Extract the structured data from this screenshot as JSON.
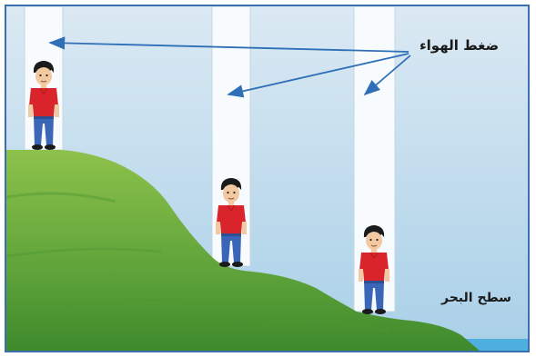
{
  "labels": {
    "air_pressure": "ضغط الهواء",
    "sea_level": "سطح البحر"
  },
  "scene": {
    "people_count": 3,
    "columns": [
      {
        "id": "high",
        "position": "hill top"
      },
      {
        "id": "middle",
        "position": "mid slope"
      },
      {
        "id": "low",
        "position": "near sea level"
      }
    ],
    "colors": {
      "sky_top": "#cfe2ef",
      "sky_bottom": "#a8cfe6",
      "hill_light": "#8cc04a",
      "hill_dark": "#3f8a2c",
      "column": "#f8fbfd",
      "arrow": "#2f6fb8",
      "frame": "#3a6fb0",
      "shirt": "#d9242b",
      "jeans": "#3b66b8",
      "sea": "#4fb0e0"
    }
  }
}
